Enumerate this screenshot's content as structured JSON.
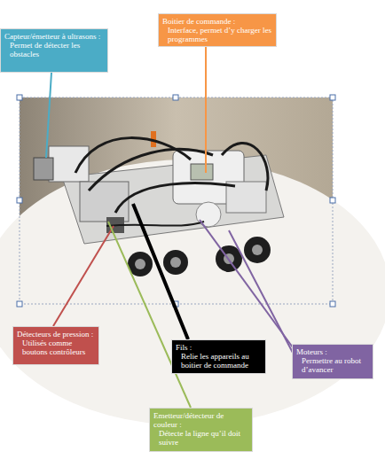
{
  "diagram": {
    "nodes": [
      {
        "text": [
          "Capteur/émetteur à ultrasons :",
          "Permet de détecter les obstacles"
        ]
      },
      {
        "text": [
          "Boitier de commande :",
          "Interface, permet d’y charger les programmes"
        ]
      },
      {
        "text": [
          "Détecteurs de pression :",
          "Utilisés comme boutons contrôleurs"
        ]
      },
      {
        "text": [
          "Fils :",
          "Relie les appareils au boitier de commande"
        ]
      },
      {
        "text": [
          "Moteurs :",
          "Permettre au robot d’avancer"
        ]
      },
      {
        "text": [
          "Emetteur/détecteur de couleur :",
          "Détecte la ligne qu’il doit suivre"
        ]
      }
    ]
  }
}
